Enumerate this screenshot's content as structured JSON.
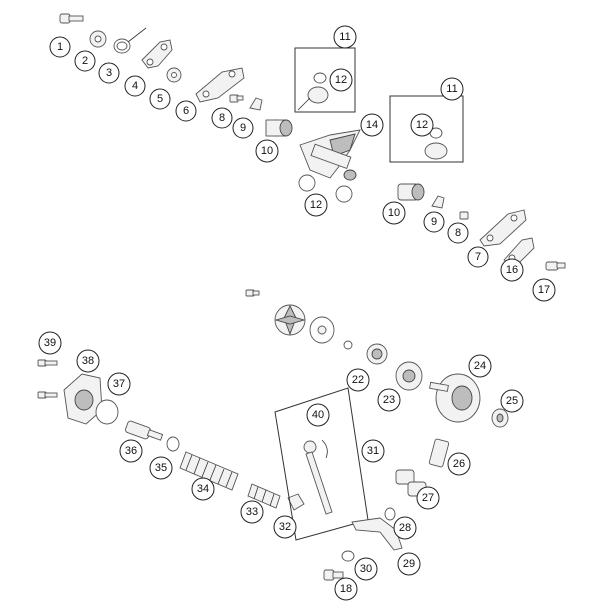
{
  "callouts": {
    "c1": "1",
    "c2": "2",
    "c3": "3",
    "c4": "4",
    "c5": "5",
    "c6": "6",
    "c8a": "8",
    "c9a": "9",
    "c10a": "10",
    "c11a": "11",
    "c12a": "12",
    "c14": "14",
    "c11b": "11",
    "c12b": "12",
    "c12c": "12",
    "c10b": "10",
    "c9b": "9",
    "c8b": "8",
    "c7": "7",
    "c16": "16",
    "c17": "17",
    "c39": "39",
    "c38": "38",
    "c37": "37",
    "c22": "22",
    "c23": "23",
    "c24": "24",
    "c25": "25",
    "c40": "40",
    "c31": "31",
    "c36": "36",
    "c35": "35",
    "c34": "34",
    "c26": "26",
    "c27": "27",
    "c33": "33",
    "c32": "32",
    "c28": "28",
    "c29": "29",
    "c30": "30",
    "c18": "18"
  }
}
